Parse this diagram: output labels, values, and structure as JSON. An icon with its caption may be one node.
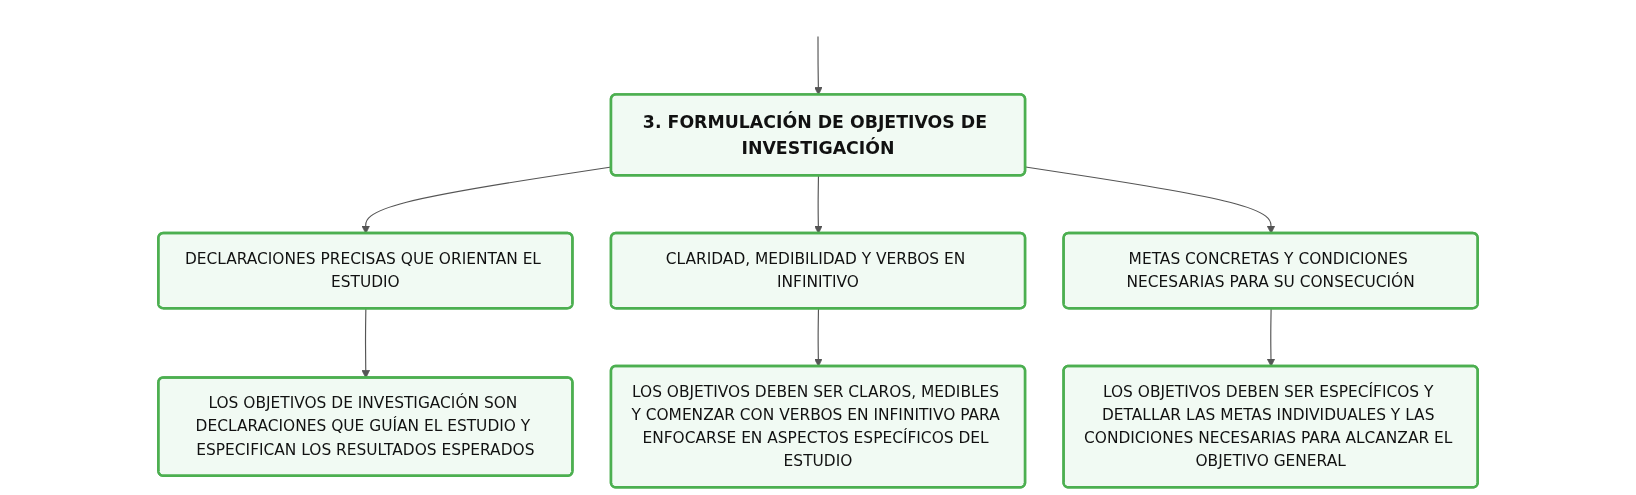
{
  "diagram": {
    "nodes": [
      {
        "text": [
          "3. FORMULACIÓN DE OBJETIVOS DE INVESTIGACIÓN"
        ]
      },
      {
        "text": [
          "DECLARACIONES PRECISAS QUE ORIENTAN EL ESTUDIO"
        ]
      },
      {
        "text": [
          "CLARIDAD, MEDIBILIDAD Y VERBOS EN INFINITIVO"
        ]
      },
      {
        "text": [
          "METAS CONCRETAS Y CONDICIONES NECESARIAS PARA SU CONSECUCIÓN"
        ]
      },
      {
        "text": [
          "LOS OBJETIVOS DE INVESTIGACIÓN SON DECLARACIONES QUE GUÍAN EL ESTUDIO Y ESPECIFICAN LOS RESULTADOS ESPERADOS"
        ]
      },
      {
        "text": [
          "LOS OBJETIVOS DEBEN SER CLAROS, MEDIBLES Y COMENZAR CON VERBOS EN INFINITIVO PARA ENFOCARSE EN ASPECTOS ESPECÍFICOS DEL ESTUDIO"
        ]
      },
      {
        "text": [
          "LOS OBJETIVOS DEBEN SER ESPECÍFICOS Y DETALLAR LAS METAS INDIVIDUALES Y LAS CONDICIONES NECESARIAS PARA ALCANZAR EL OBJETIVO GENERAL"
        ]
      }
    ],
    "edges": [
      {
        "from": null,
        "to": 0,
        "arrow": "to"
      },
      {
        "from": 0,
        "to": 1,
        "arrow": "to"
      },
      {
        "from": 0,
        "to": 2,
        "arrow": "to"
      },
      {
        "from": 0,
        "to": 3,
        "arrow": "to"
      },
      {
        "from": 1,
        "to": 4,
        "arrow": "to"
      },
      {
        "from": 2,
        "to": 5,
        "arrow": "to"
      },
      {
        "from": 3,
        "to": 6,
        "arrow": "to"
      }
    ]
  }
}
